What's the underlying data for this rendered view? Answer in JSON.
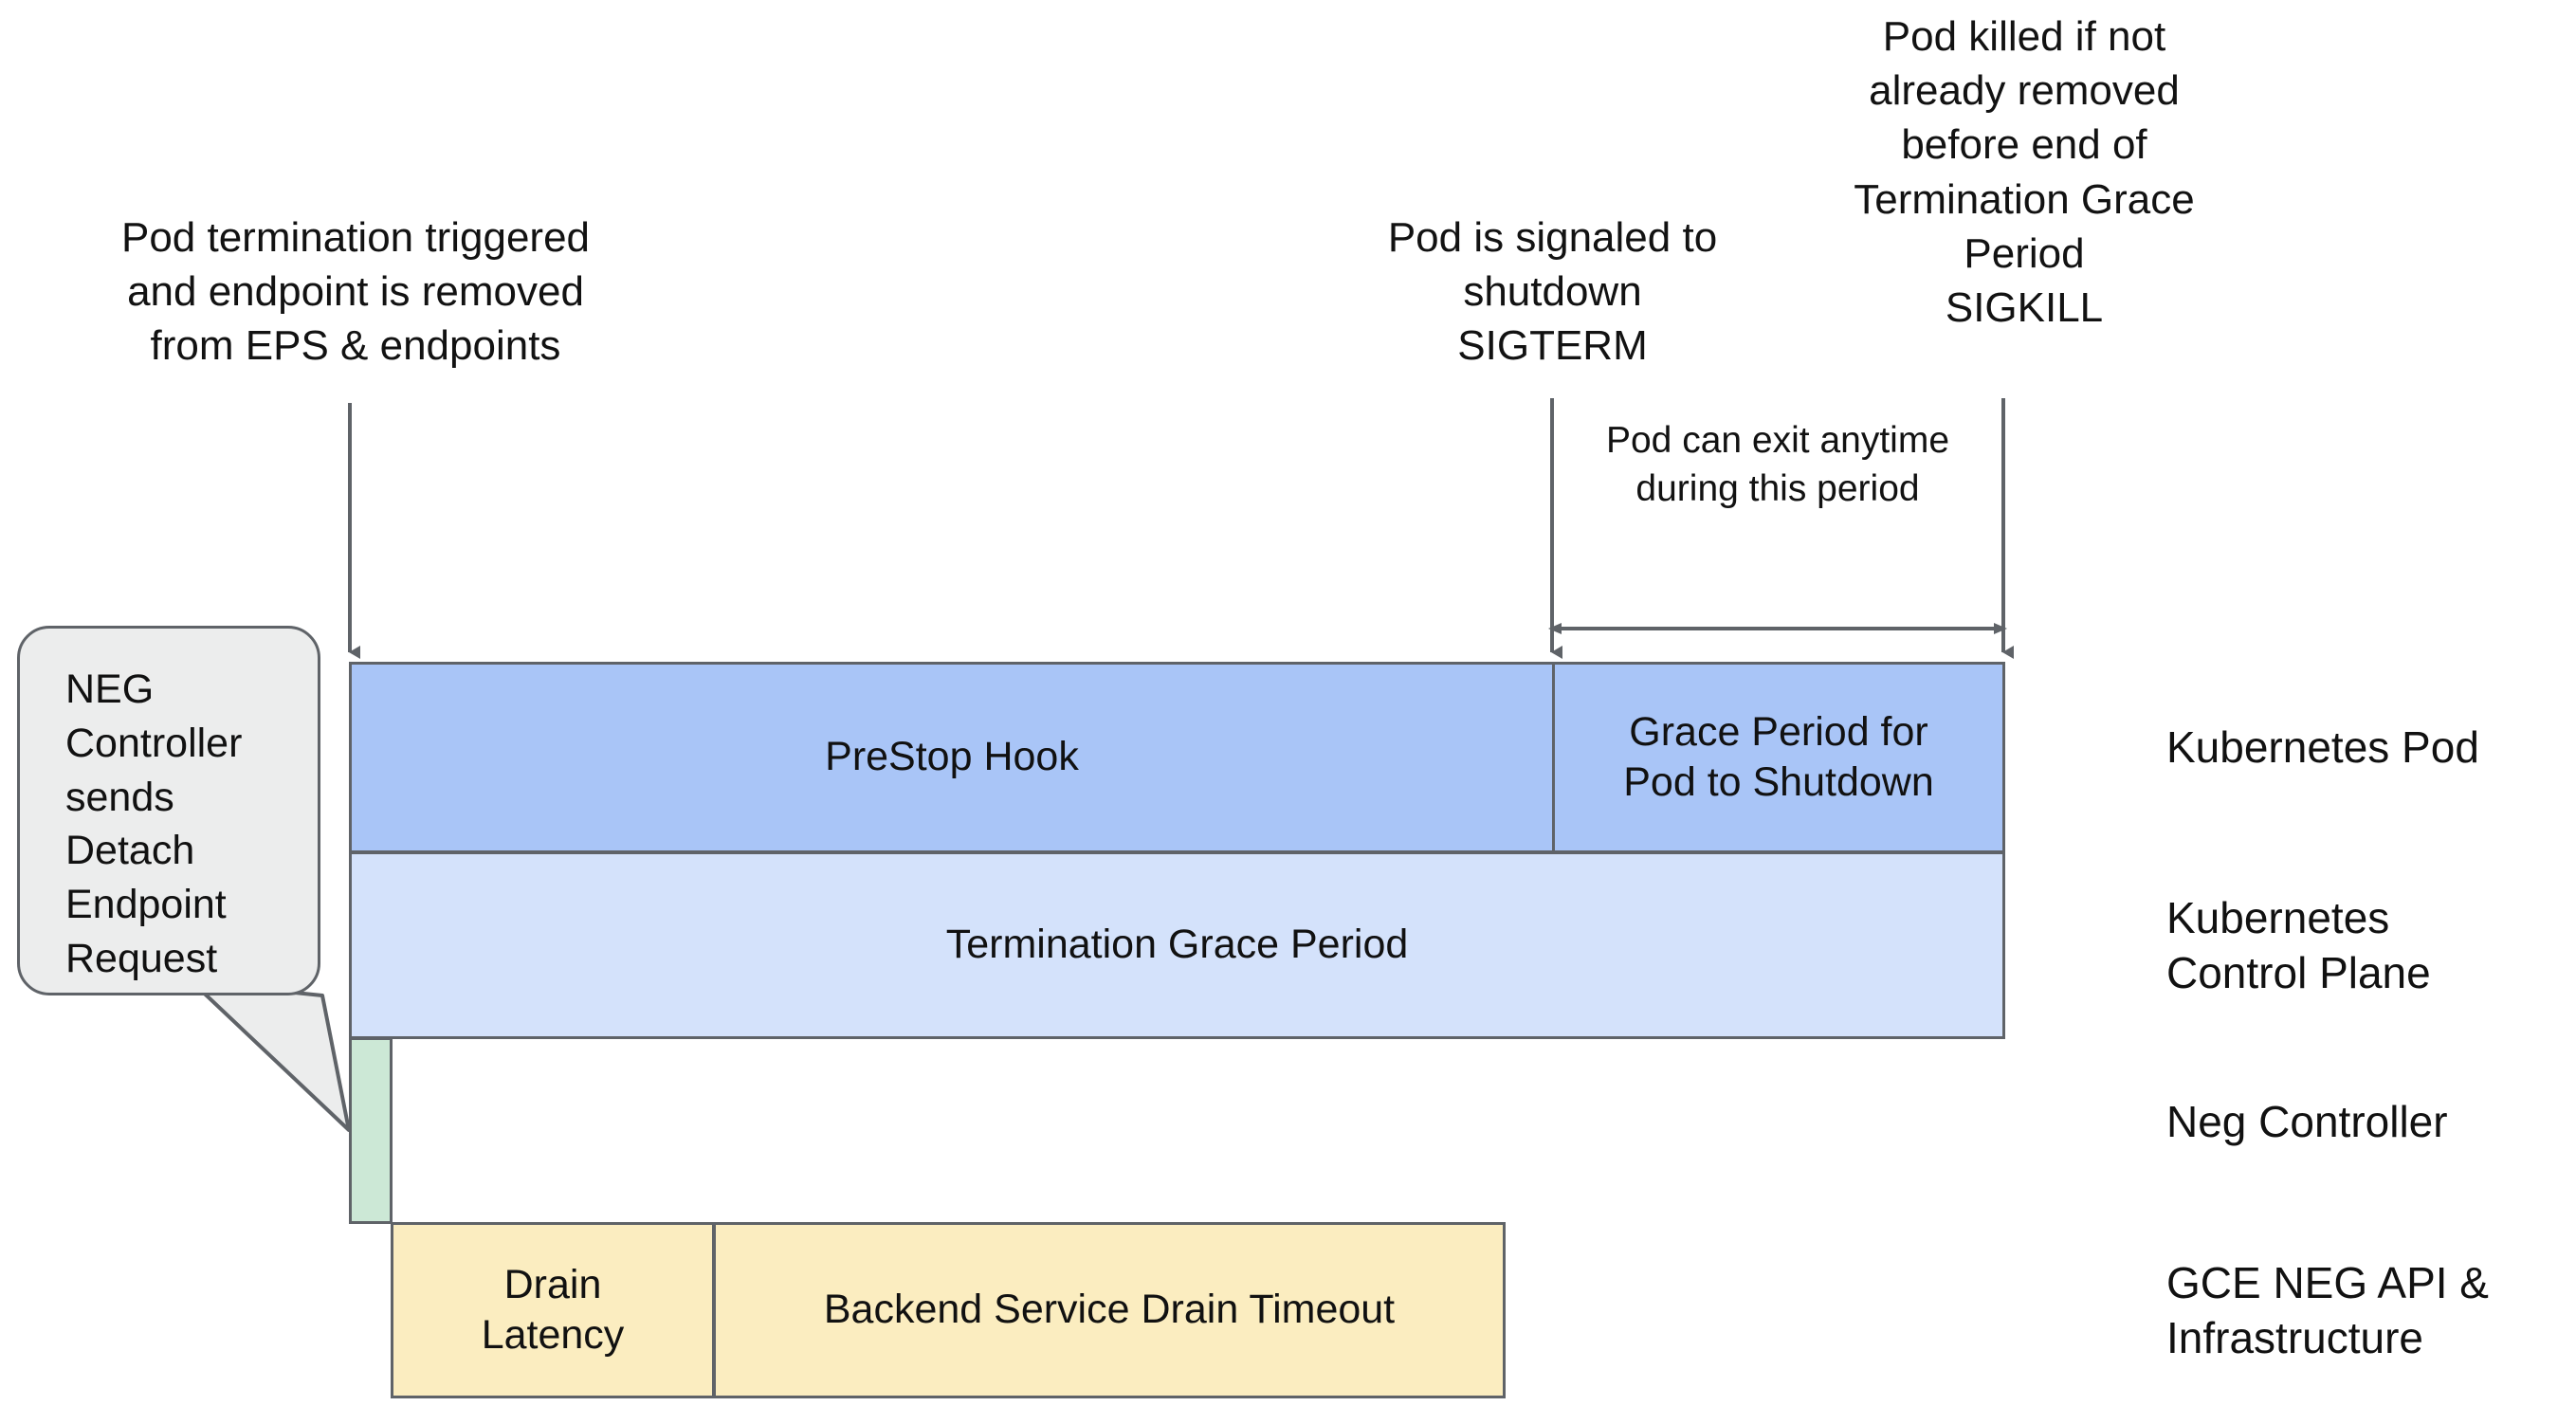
{
  "diagram": {
    "title": "Kubernetes Pod termination and NEG drain timeline",
    "colors": {
      "prestop_fill": "#A9C5F7",
      "grace_fill": "#A9C5F7",
      "termination_fill": "#D4E2FB",
      "neg_fill": "#CCE8D6",
      "drain_fill": "#FBEDC0",
      "stroke": "#5f6368",
      "callout_fill": "#eceded",
      "text": "#111111"
    }
  },
  "annotations": [
    {
      "id": "pod-termination-triggered",
      "text": "Pod termination triggered\nand endpoint is removed\nfrom EPS & endpoints"
    },
    {
      "id": "pod-signaled-sigterm",
      "text": "Pod is signaled to\nshutdown\nSIGTERM"
    },
    {
      "id": "pod-killed-sigkill",
      "text": "Pod killed if not\nalready removed\nbefore end of\nTermination Grace\nPeriod\nSIGKILL"
    },
    {
      "id": "pod-can-exit-anytime",
      "text": "Pod can exit anytime\nduring this period"
    }
  ],
  "callout": {
    "id": "neg-controller-detach",
    "text": "NEG\nController\nsends\nDetach\nEndpoint\nRequest"
  },
  "bars": [
    {
      "id": "prestop-hook",
      "label": "PreStop Hook"
    },
    {
      "id": "grace-period-pod-shutdown",
      "label": "Grace Period for\nPod to Shutdown"
    },
    {
      "id": "termination-grace-period",
      "label": "Termination Grace Period"
    },
    {
      "id": "neg-detach-window",
      "label": ""
    },
    {
      "id": "drain-latency",
      "label": "Drain\nLatency"
    },
    {
      "id": "backend-service-drain-timeout",
      "label": "Backend Service Drain Timeout"
    }
  ],
  "row_labels": [
    {
      "id": "kubernetes-pod",
      "text": "Kubernetes Pod"
    },
    {
      "id": "kubernetes-control-plane",
      "text": "Kubernetes\nControl Plane"
    },
    {
      "id": "neg-controller",
      "text": "Neg Controller"
    },
    {
      "id": "gce-neg-api-infrastructure",
      "text": "GCE NEG API &\nInfrastructure"
    }
  ]
}
